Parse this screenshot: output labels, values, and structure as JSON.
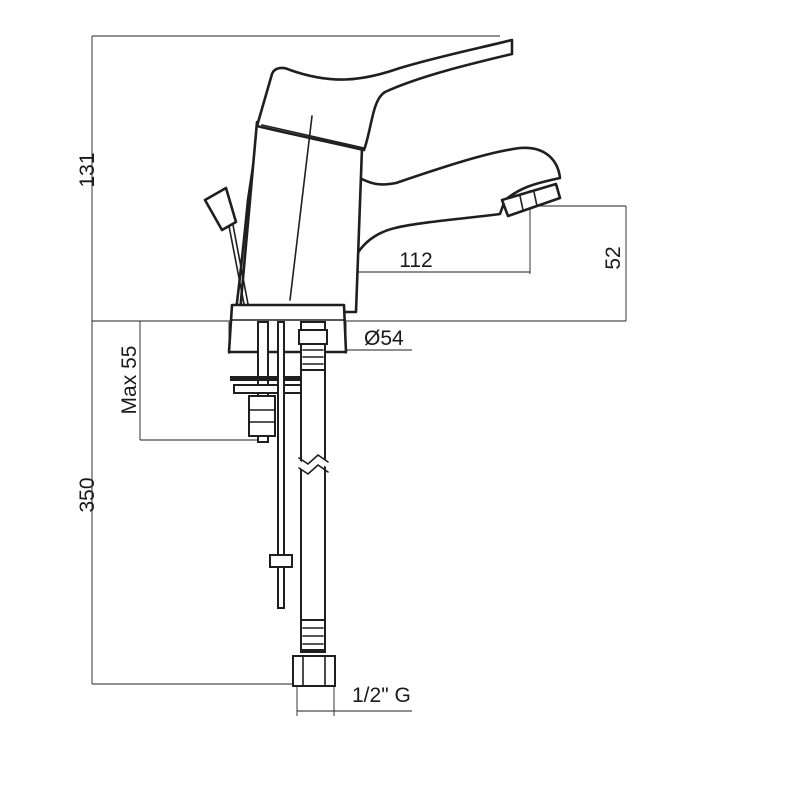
{
  "drawing": {
    "subject": "single lever basin mixer with pop-up waste",
    "dimensions": {
      "height_total": "131",
      "spout_height": "52",
      "spout_reach": "112",
      "base_diameter": "Ø54",
      "max_deck_thickness": "Max 55",
      "hose_length": "350",
      "connection_thread": "1/2\" G"
    }
  }
}
